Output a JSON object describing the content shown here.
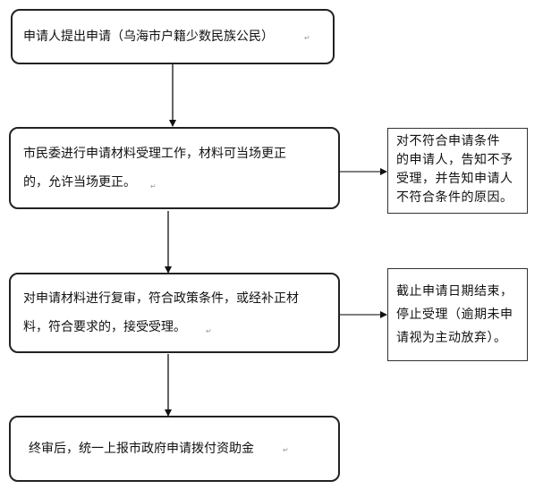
{
  "flowchart": {
    "steps": [
      {
        "id": "step1",
        "text": "申请人提出申请（乌海市户籍少数民族公民）"
      },
      {
        "id": "step2",
        "lines": [
          "市民委进行申请材料受理工作，材料可当场更正",
          "的，允许当场更正。"
        ]
      },
      {
        "id": "step3",
        "lines": [
          "对申请材料进行复审，符合政策条件，或经补正材",
          "料，符合要求的，接受受理。"
        ]
      },
      {
        "id": "step4",
        "text": "终审后，统一上报市政府申请拨付资助金"
      }
    ],
    "side_notes": [
      {
        "id": "reject",
        "lines": [
          "对不符合申请条件",
          "的申请人，告知不予",
          "受理，并告知申请人",
          "不符合条件的原因。"
        ]
      },
      {
        "id": "deadline",
        "lines": [
          "截止申请日期结束，",
          "停止受理（逾期未申",
          "请视为主动放弃）。"
        ]
      }
    ],
    "paragraph_mark": "↵"
  }
}
